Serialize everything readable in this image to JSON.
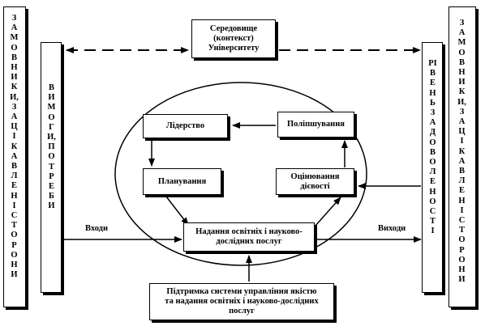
{
  "left_outer": {
    "text": "ЗАМОВНИКИ, ЗАЦІКАВЛЕНІ СТОРОНИ"
  },
  "left_inner": {
    "text": "ВИМОГИ, ПОТРЕБИ"
  },
  "right_outer": {
    "text": "ЗАМОВНИКИ, ЗАЦІКАВЛЕНІ СТОРОНИ"
  },
  "right_inner": {
    "text": "РІВЕНЬ ЗАДОВОЛЕНОСТІ"
  },
  "environment": {
    "line1": "Середовище",
    "line2": "(контекст)",
    "line3": "Університету"
  },
  "leadership": {
    "text": "Лідерство"
  },
  "improvement": {
    "text": "Поліпшування"
  },
  "planning": {
    "text": "Планування"
  },
  "evaluation": {
    "line1": "Оцінювання",
    "line2": "дієвості"
  },
  "provision": {
    "line1": "Надання освітніх і науково-",
    "line2": "дослідних послуг"
  },
  "support": {
    "line1": "Підтримка системи управління якістю",
    "line2": "та надання освітніх і науково-дослідних",
    "line3": "послуг"
  },
  "inputs_label": "Входи",
  "outputs_label": "Виходи"
}
